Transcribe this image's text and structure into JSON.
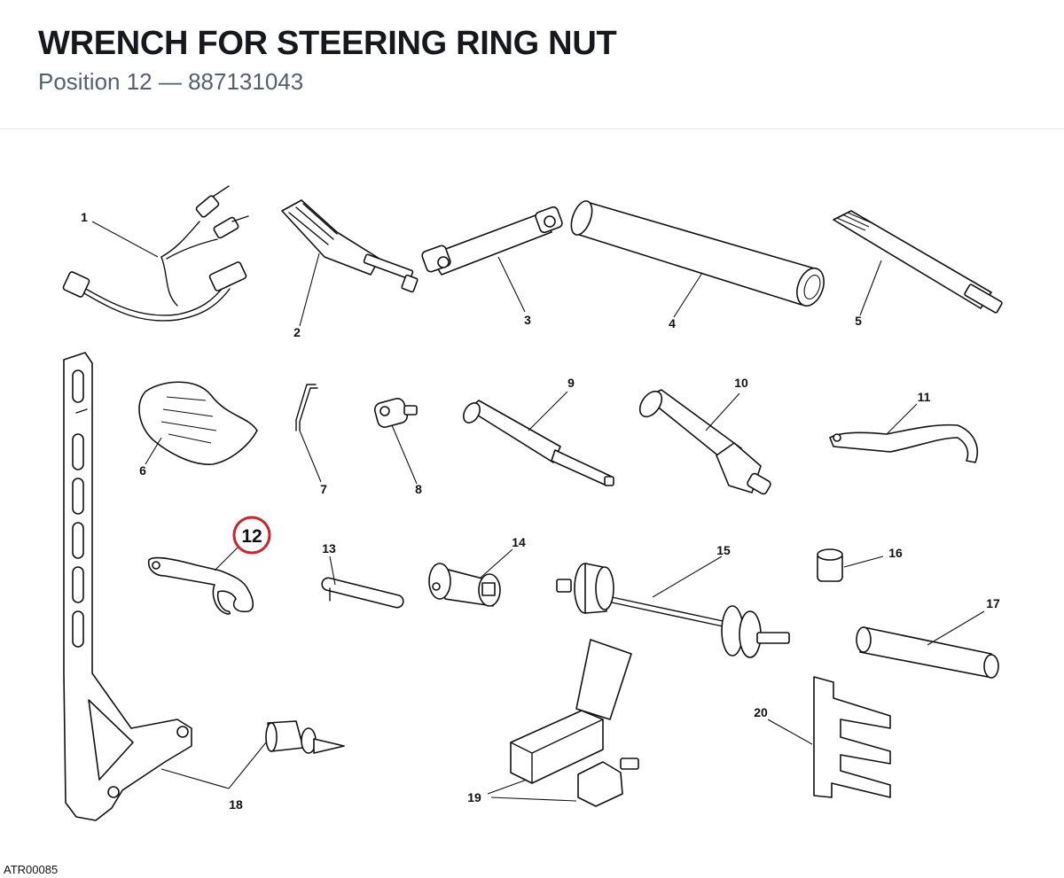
{
  "header": {
    "title": "WRENCH FOR STEERING RING NUT",
    "subtitle": "Position 12 — 887131043"
  },
  "diagram": {
    "highlight_color": "#d0222a",
    "highlighted_position": "12",
    "image_code": "ATR00085",
    "callouts": [
      "1",
      "2",
      "3",
      "4",
      "5",
      "6",
      "7",
      "8",
      "9",
      "10",
      "11",
      "12",
      "13",
      "14",
      "15",
      "16",
      "17",
      "18",
      "19",
      "20"
    ]
  }
}
